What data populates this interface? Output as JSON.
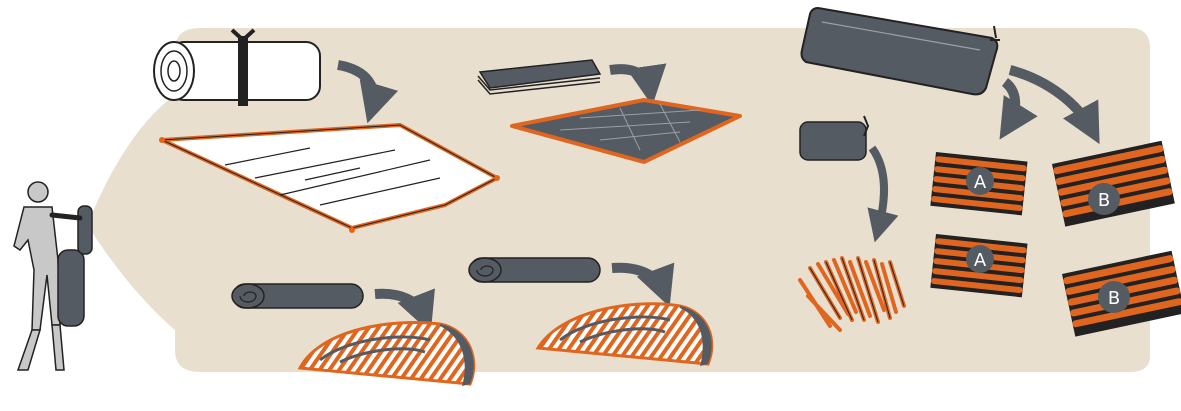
{
  "diagram": {
    "colors": {
      "panel": "#e8dfcf",
      "accent": "#e0661f",
      "dark": "#555b62",
      "outline": "#222222",
      "white": "#ffffff",
      "person": "#c8c8c8"
    },
    "icons": [
      "person-holding-bag-icon",
      "tent-bag-icon",
      "rolled-inner-tent-icon",
      "inner-tent-sheet-icon",
      "folded-footprint-icon",
      "footprint-sheet-icon",
      "rolled-vestibule-icon",
      "vestibule-floor-icon",
      "stake-bag-icon",
      "tent-stakes-icon",
      "pole-bundle-icon"
    ],
    "badges": {
      "a1": "A",
      "a2": "A",
      "b1": "B",
      "b2": "B"
    }
  }
}
